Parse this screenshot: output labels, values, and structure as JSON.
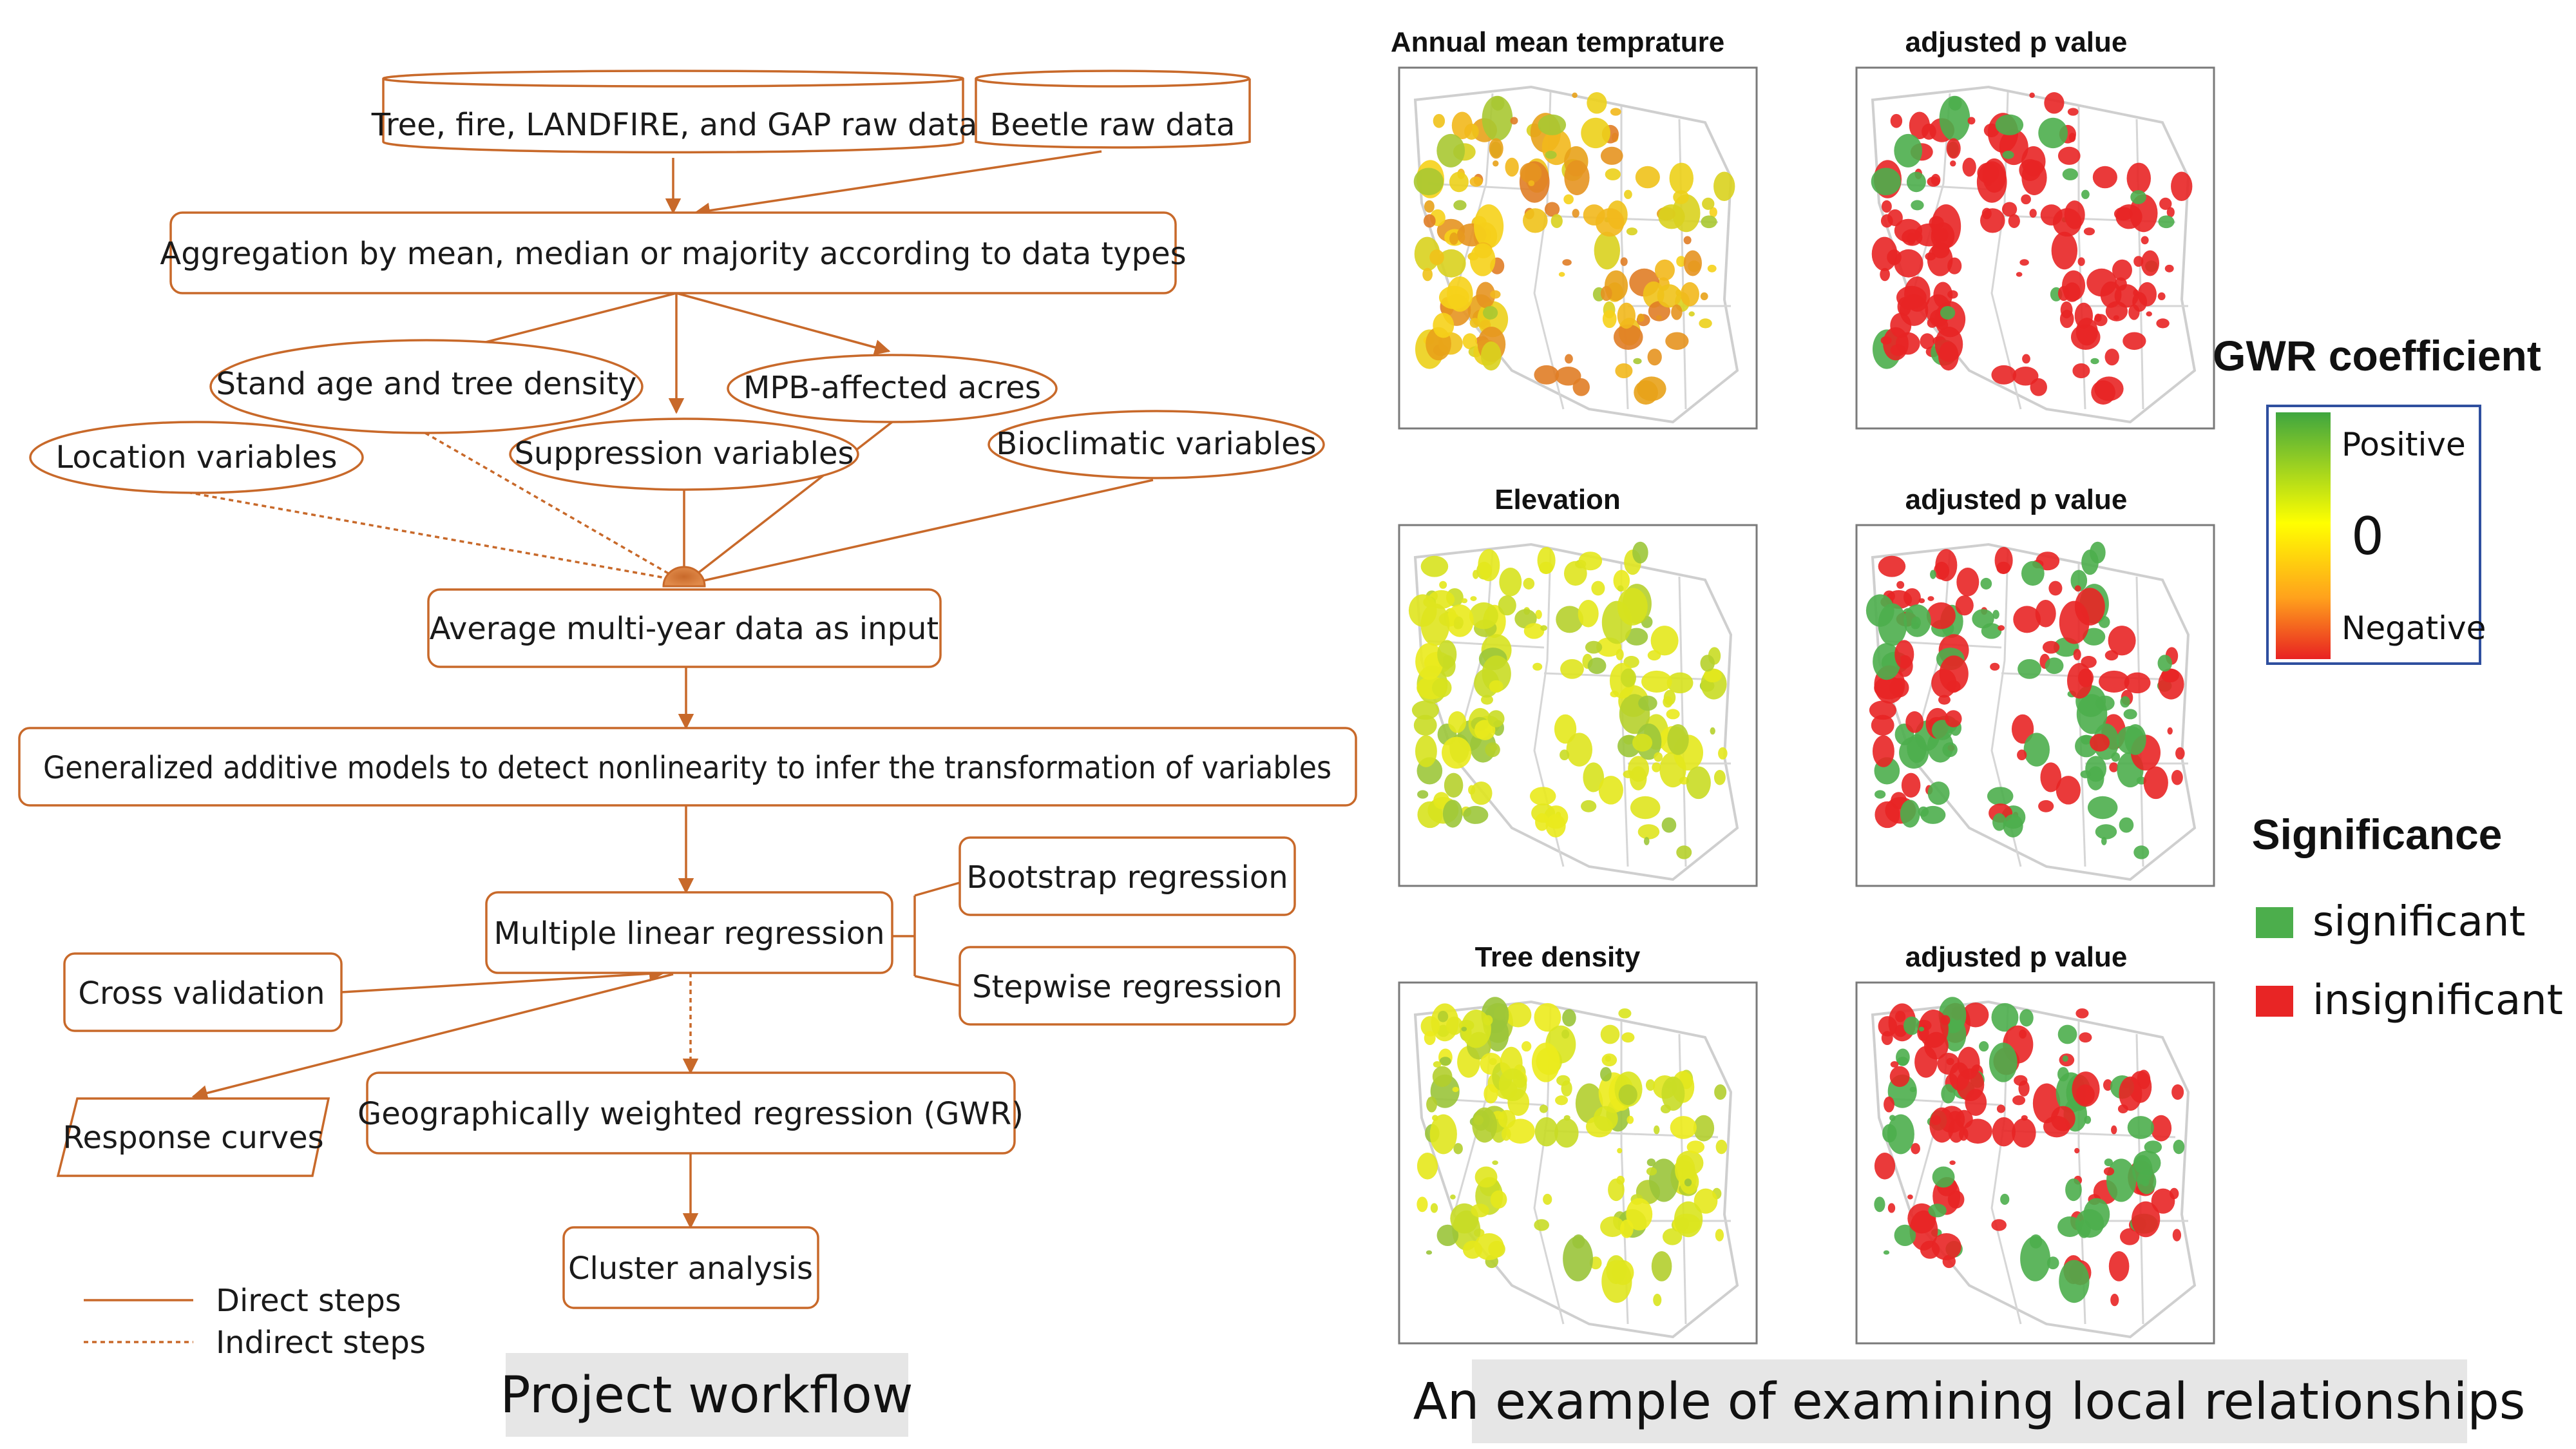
{
  "colors": {
    "flow": "#c8692a",
    "significant": "#4cae4c",
    "insignificant": "#e82525",
    "caption_bg": "#e6e6e6",
    "legend_border": "#2f4f9f"
  },
  "workflow": {
    "nodes": {
      "raw_tree": "Tree, fire, LANDFIRE, and GAP raw data",
      "raw_beetle": "Beetle raw data",
      "aggregation": "Aggregation by mean, median or majority according to data types",
      "stand_age": "Stand age and tree density",
      "mpb": "MPB-affected acres",
      "location": "Location variables",
      "suppression": "Suppression variables",
      "bioclimatic": "Bioclimatic variables",
      "average": "Average multi-year data as input",
      "gam": "Generalized additive models to detect nonlinearity to infer the transformation of variables",
      "mlr": "Multiple linear regression",
      "bootstrap": "Bootstrap regression",
      "stepwise": "Stepwise regression",
      "cross_validation": "Cross validation",
      "response_curves": "Response curves",
      "gwr": "Geographically weighted regression (GWR)",
      "cluster": "Cluster analysis"
    },
    "legend": {
      "direct": "Direct steps",
      "indirect": "Indirect steps"
    },
    "caption": "Project workflow"
  },
  "maps": {
    "titles": {
      "m1": "Annual mean temprature",
      "p1": "adjusted p value",
      "m2": "Elevation",
      "p2": "adjusted p value",
      "m3": "Tree density",
      "p3": "adjusted p value"
    },
    "caption": "An example of examining local relationships"
  },
  "gwr_legend": {
    "title": "GWR coefficient",
    "positive": "Positive",
    "zero": "0",
    "negative": "Negative"
  },
  "significance_legend": {
    "title": "Significance",
    "significant": "significant",
    "insignificant": "insignificant"
  }
}
